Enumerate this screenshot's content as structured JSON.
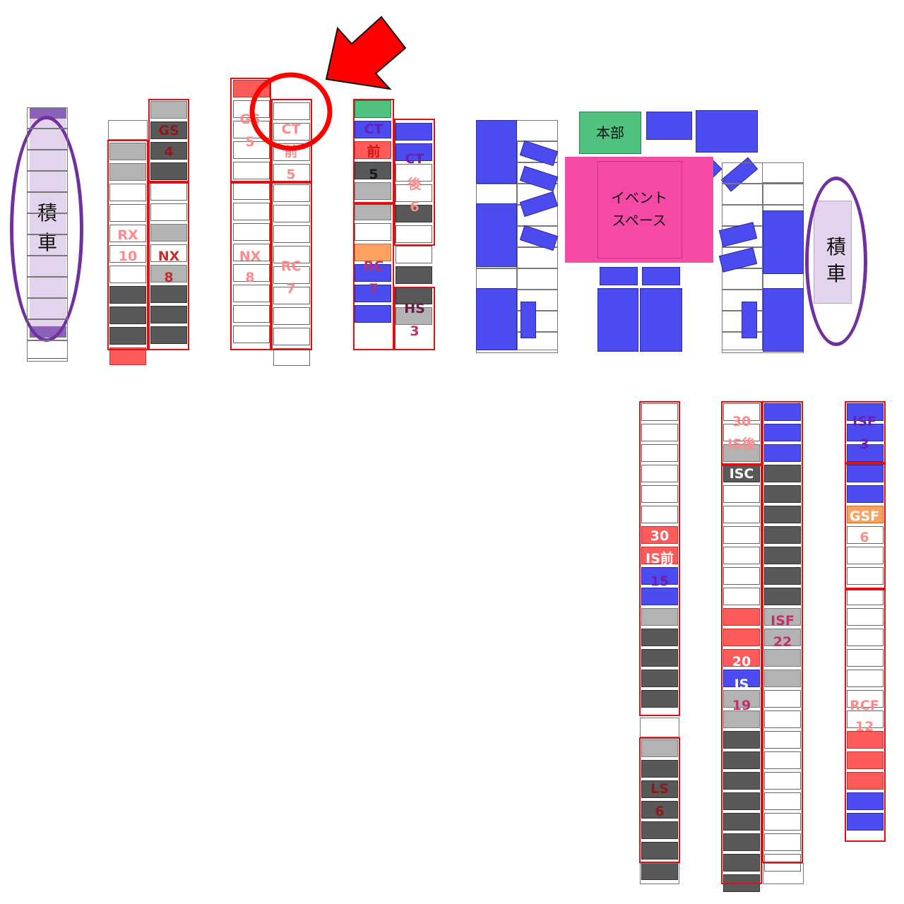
{
  "colors": {
    "blue": "#4b4bf0",
    "dark": "#595959",
    "gray": "#b3b3b3",
    "red": "#ff5a5a",
    "green": "#4ec27e",
    "orange": "#ffa060",
    "pink": "#f44aa6",
    "purple": "#7030a0",
    "lavender": "#e6d8ee",
    "outline": "#e01010"
  },
  "labels": {
    "gs4": [
      "GS",
      "4"
    ],
    "rx10": [
      "RX",
      "10"
    ],
    "nx8a": [
      "NX",
      "8"
    ],
    "gs5": [
      "GS",
      "5"
    ],
    "ctmae5a": [
      "CT",
      "前",
      "5"
    ],
    "nx8b": [
      "NX",
      "8"
    ],
    "rc7a": [
      "RC",
      "7"
    ],
    "ctmae5b": [
      "CT",
      "前",
      "5"
    ],
    "ctato6": [
      "CT",
      "後",
      "6"
    ],
    "rc7b": [
      "RC",
      "7"
    ],
    "hs3": [
      "HS",
      "3"
    ],
    "ismae": [
      "30",
      "IS前",
      "15"
    ],
    "ls6": [
      "LS",
      "6"
    ],
    "isato": [
      "30",
      "IS後"
    ],
    "isc": "ISC",
    "is19": [
      "20",
      "IS",
      "19"
    ],
    "isf22": [
      "ISF",
      "22"
    ],
    "isf3": [
      "ISF",
      "3"
    ],
    "gsf6": [
      "GSF",
      "6"
    ],
    "rcf12": [
      "RCF",
      "12"
    ]
  },
  "honbu": "本部",
  "event_space": [
    "イベント",
    "スペース"
  ],
  "loading_left": [
    "積",
    "車"
  ],
  "loading_right": [
    "積",
    "車"
  ]
}
